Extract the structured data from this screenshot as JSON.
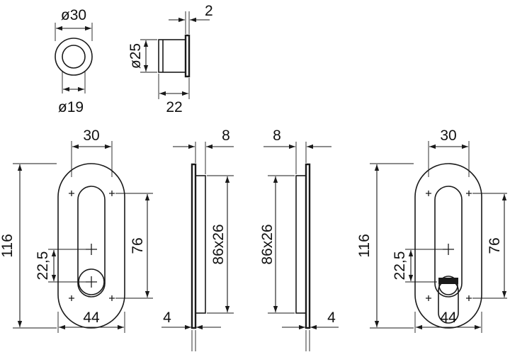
{
  "drawing": {
    "cap_front": {
      "outer_dia": "ø30",
      "inner_dia": "ø19"
    },
    "cap_side": {
      "rim": "2",
      "dia": "ø25",
      "depth": "22"
    },
    "plate_left": {
      "width_top": "30",
      "width_bottom": "44",
      "height": "116",
      "slot": "76",
      "offset": "22,5"
    },
    "profile_left": {
      "thickness_top": "8",
      "cutout": "86x26",
      "thickness_bottom": "4"
    },
    "profile_right": {
      "thickness_top": "8",
      "cutout": "86x26",
      "thickness_bottom": "4"
    },
    "plate_right": {
      "width_top": "30",
      "width_bottom": "44",
      "height": "116",
      "slot": "76",
      "offset": "22,5"
    }
  }
}
